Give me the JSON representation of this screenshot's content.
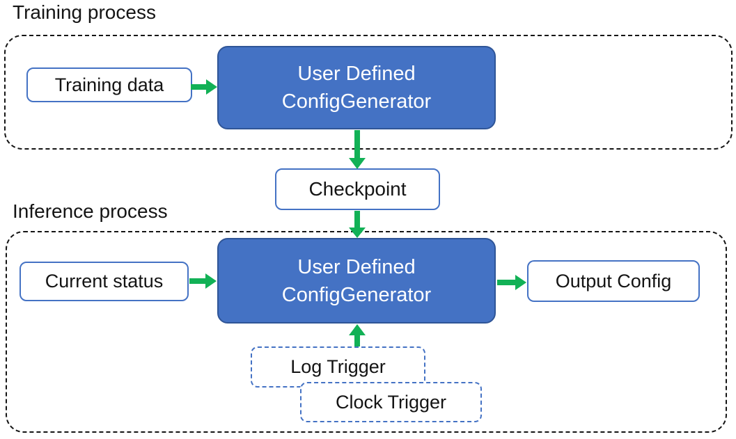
{
  "colors": {
    "node-fill": "#4472C4",
    "node-border": "#2F5597",
    "box-border": "#4472C4",
    "arrow-green": "#12B156",
    "dash-color": "#141414",
    "text-dark": "#141414",
    "text-light": "#FFFFFF"
  },
  "training": {
    "title": "Training process",
    "input_label": "Training data",
    "generator_line1": "User Defined",
    "generator_line2": "ConfigGenerator"
  },
  "checkpoint": {
    "label": "Checkpoint"
  },
  "inference": {
    "title": "Inference process",
    "input_label": "Current status",
    "generator_line1": "User Defined",
    "generator_line2": "ConfigGenerator",
    "output_label": "Output Config",
    "log_trigger_label": "Log Trigger",
    "clock_trigger_label": "Clock Trigger"
  }
}
